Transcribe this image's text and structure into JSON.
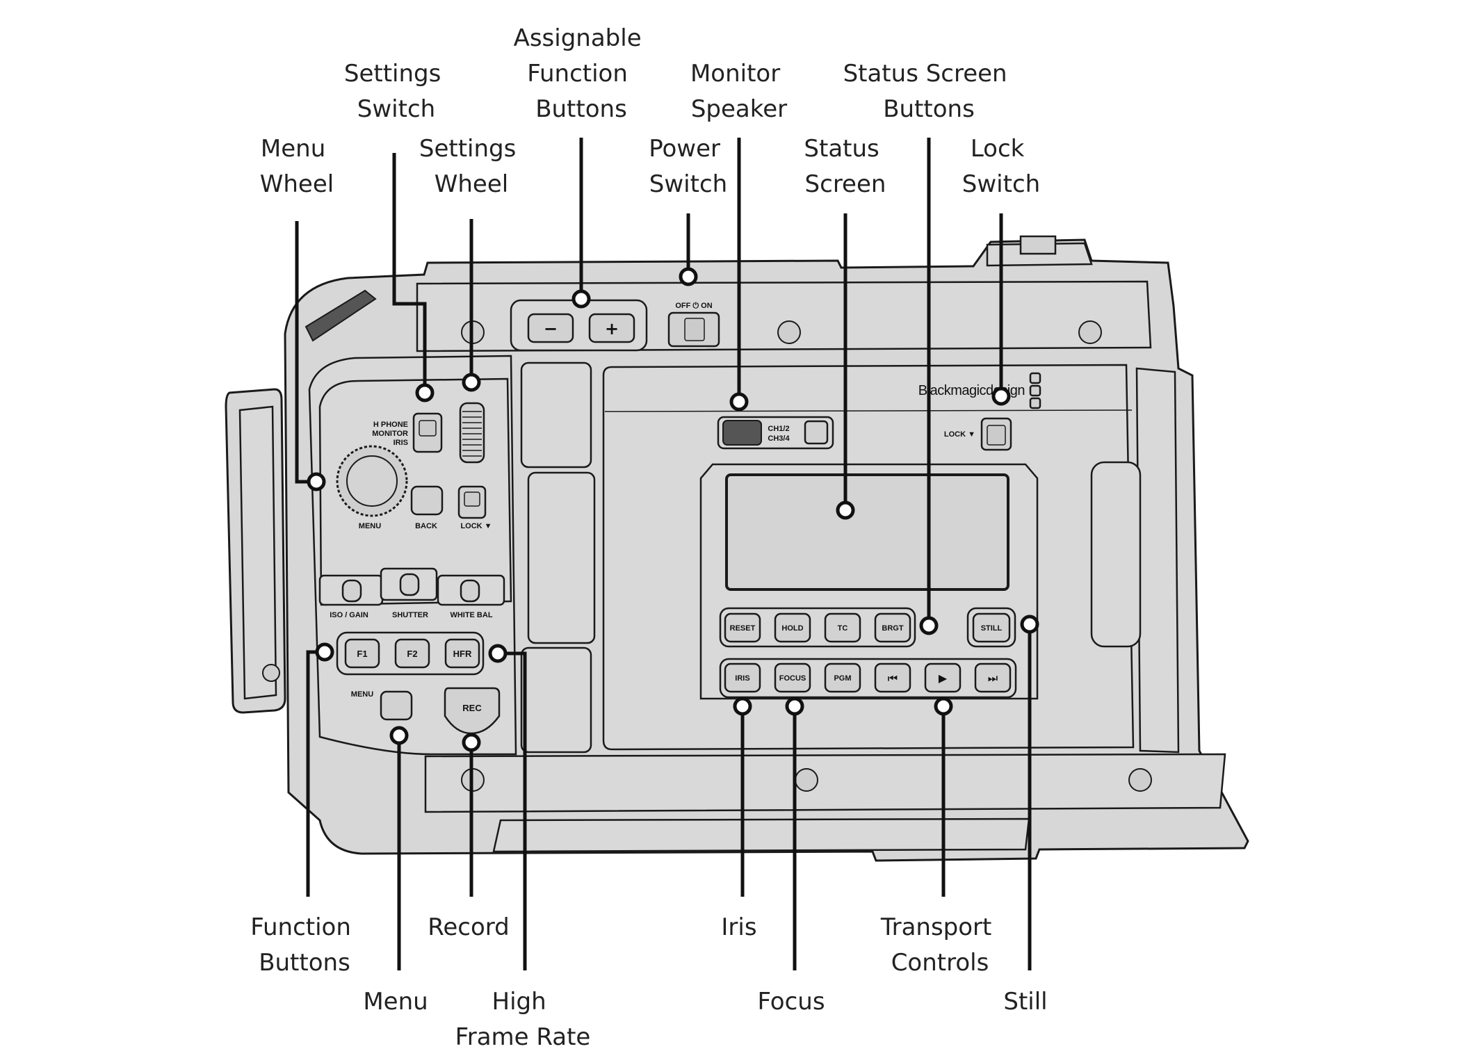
{
  "callouts": {
    "assignable_function_buttons": [
      "Assignable",
      "Function",
      "Buttons"
    ],
    "settings_switch": [
      "Settings",
      "Switch"
    ],
    "monitor_speaker": [
      "Monitor",
      "Speaker"
    ],
    "status_screen_buttons": [
      "Status Screen",
      "Buttons"
    ],
    "menu_wheel": [
      "Menu",
      "Wheel"
    ],
    "settings_wheel": [
      "Settings",
      "Wheel"
    ],
    "power_switch": [
      "Power",
      "Switch"
    ],
    "status_screen": [
      "Status",
      "Screen"
    ],
    "lock_switch": [
      "Lock",
      "Switch"
    ],
    "function_buttons": [
      "Function",
      "Buttons"
    ],
    "record": [
      "Record"
    ],
    "iris": [
      "Iris"
    ],
    "transport_controls": [
      "Transport",
      "Controls"
    ],
    "menu": [
      "Menu"
    ],
    "high_frame_rate": [
      "High",
      "Frame Rate"
    ],
    "focus": [
      "Focus"
    ],
    "still": [
      "Still"
    ]
  },
  "panel_labels": {
    "power_markings": "OFF ⏻ ON",
    "minus": "−",
    "plus": "+",
    "h_phone": "H PHONE",
    "monitor": "MONITOR",
    "iris_mode": "IRIS",
    "menu": "MENU",
    "back": "BACK",
    "lock_left": "LOCK ▼",
    "iso_gain": "ISO / GAIN",
    "shutter": "SHUTTER",
    "white_bal": "WHITE BAL",
    "f1": "F1",
    "f2": "F2",
    "hfr": "HFR",
    "menu_button": "MENU",
    "rec": "REC",
    "brand": "Blackmagicdesign",
    "ch12": "CH1/2",
    "ch34": "CH3/4",
    "lock_right": "LOCK ▼",
    "reset": "RESET",
    "hold": "HOLD",
    "tc": "TC",
    "brgt": "BRGT",
    "still": "STILL",
    "iris": "IRIS",
    "focus": "FOCUS",
    "pgm": "PGM",
    "skip_back_icon": "⏮",
    "play_icon": "▶",
    "skip_forward_icon": "⏭"
  }
}
